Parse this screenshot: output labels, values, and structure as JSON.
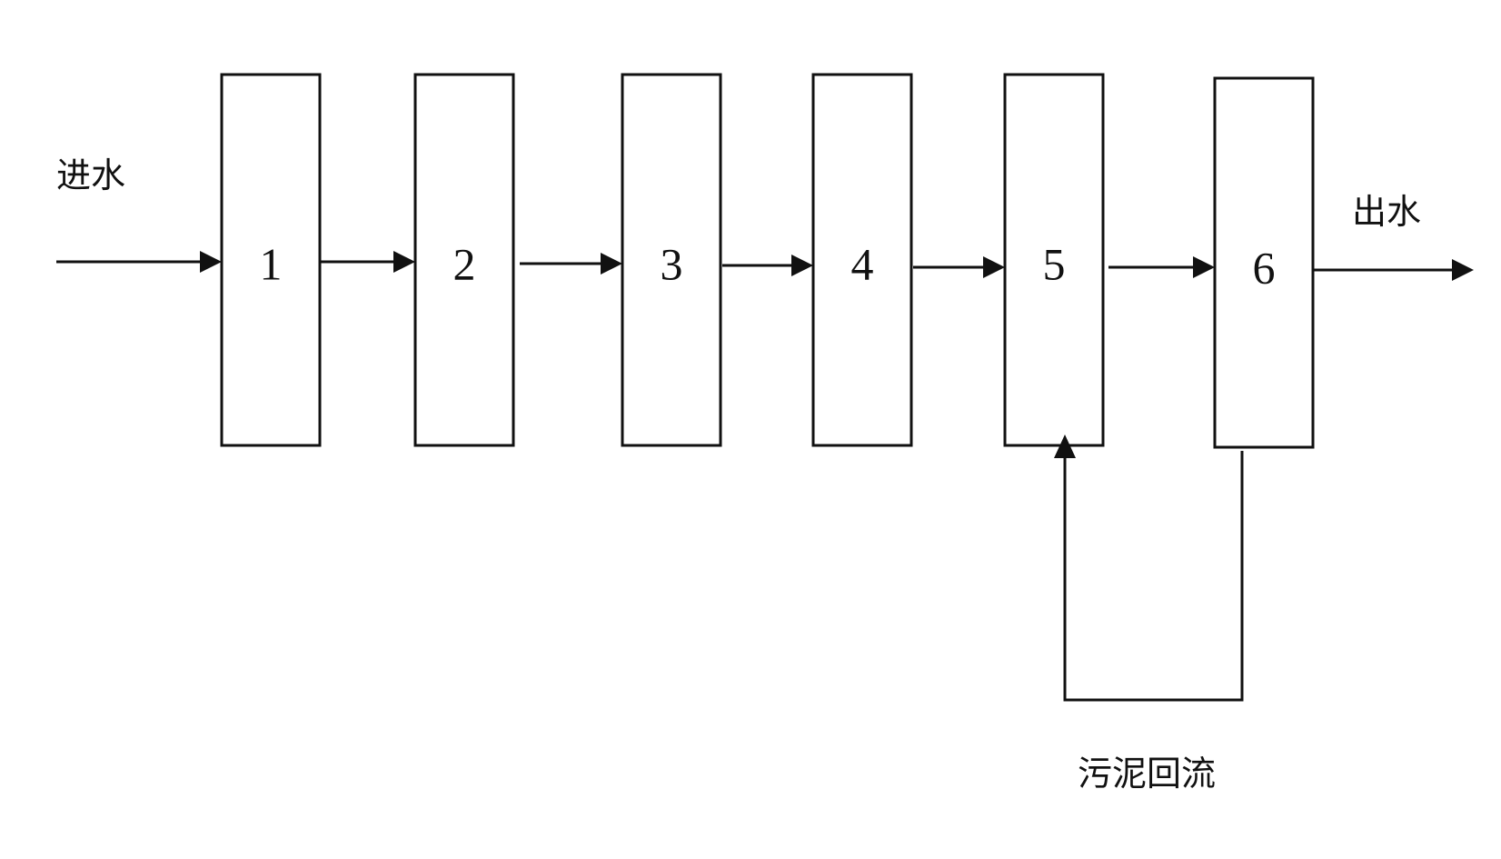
{
  "diagram": {
    "inlet_label": "进水",
    "outlet_label": "出水",
    "return_label": "污泥回流",
    "units": [
      {
        "label": "1"
      },
      {
        "label": "2"
      },
      {
        "label": "3"
      },
      {
        "label": "4"
      },
      {
        "label": "5"
      },
      {
        "label": "6"
      }
    ],
    "colors": {
      "stroke": "#111111",
      "background": "#ffffff"
    }
  }
}
